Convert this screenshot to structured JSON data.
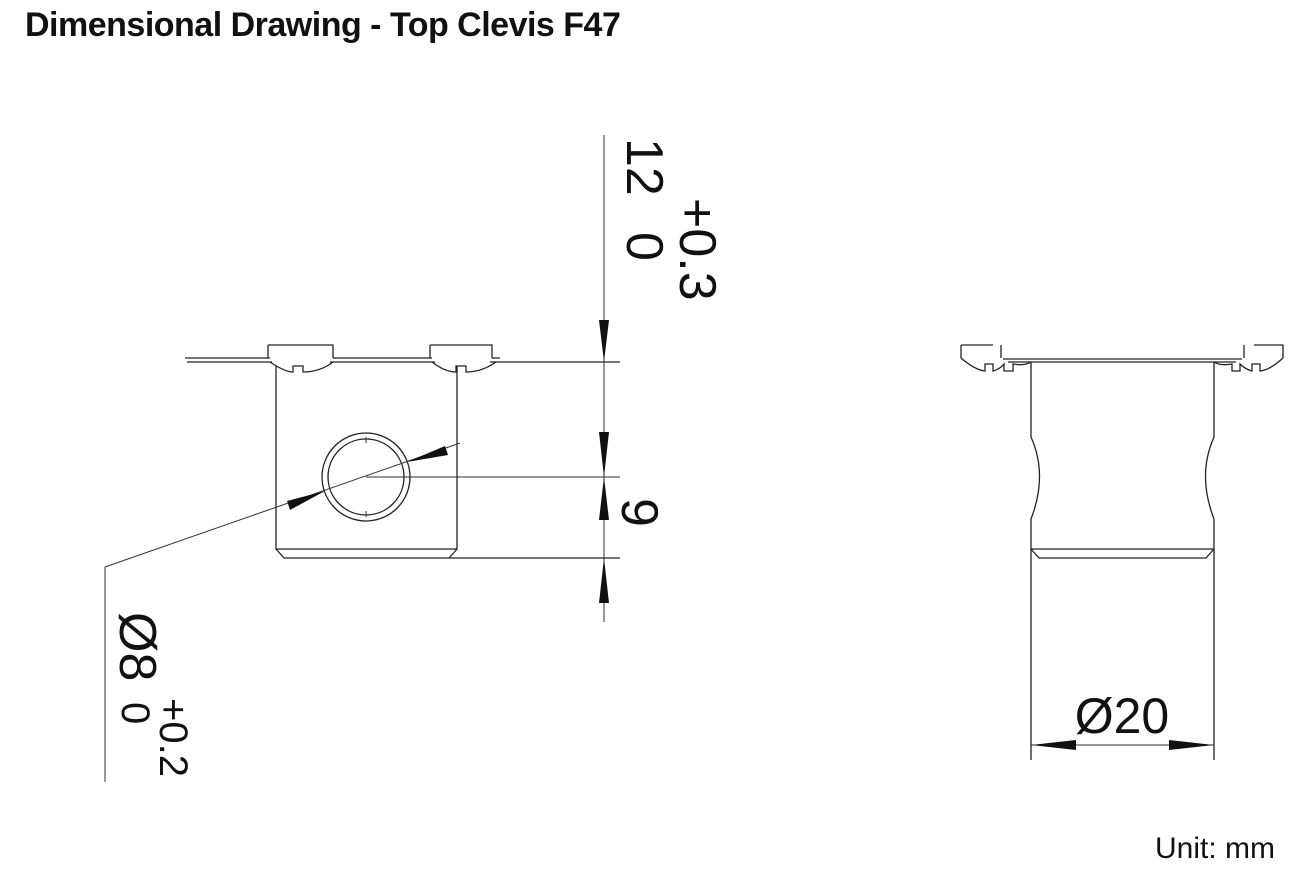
{
  "title": "Dimensional Drawing - Top Clevis F47",
  "unit_label": "Unit: mm",
  "dimensions": {
    "height_top": {
      "value": "12",
      "tol_upper": "+0.3",
      "tol_lower": "0"
    },
    "hole_offset": {
      "value": "9"
    },
    "hole_diameter": {
      "value": "Ø8",
      "tol_upper": "+0.2",
      "tol_lower": "0"
    },
    "outer_diameter": {
      "value": "Ø20"
    }
  }
}
